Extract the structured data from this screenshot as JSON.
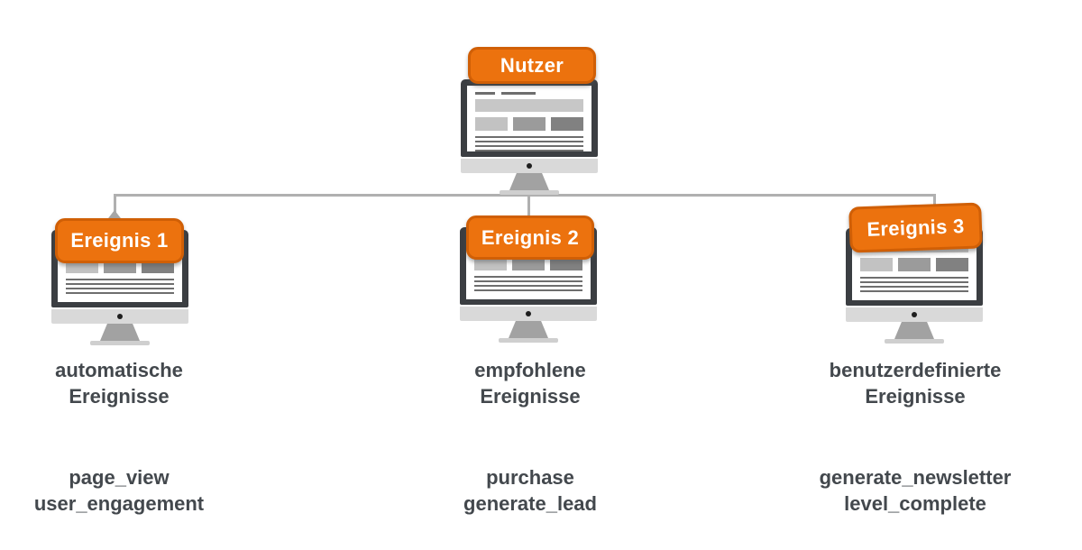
{
  "colors": {
    "badge_fill": "#EC720E",
    "badge_border": "#D05F06",
    "badge_text": "#FFFFFF",
    "connector": "#B0B0B0",
    "label_text": "#43484D",
    "monitor_bezel": "#3B3E42"
  },
  "icons": {
    "monitor": "imac-monitor-icon",
    "arrowhead": "arrowhead-up-icon"
  },
  "tree": {
    "root": {
      "badge": "Nutzer"
    },
    "children": [
      {
        "badge": "Ereignis 1",
        "category": "automatische\nEreignisse",
        "events": "page_view\nuser_engagement"
      },
      {
        "badge": "Ereignis 2",
        "category": "empfohlene\nEreignisse",
        "events": "purchase\ngenerate_lead"
      },
      {
        "badge": "Ereignis 3",
        "category": "benutzerdefinierte\nEreignisse",
        "events": "generate_newsletter\nlevel_complete"
      }
    ]
  }
}
